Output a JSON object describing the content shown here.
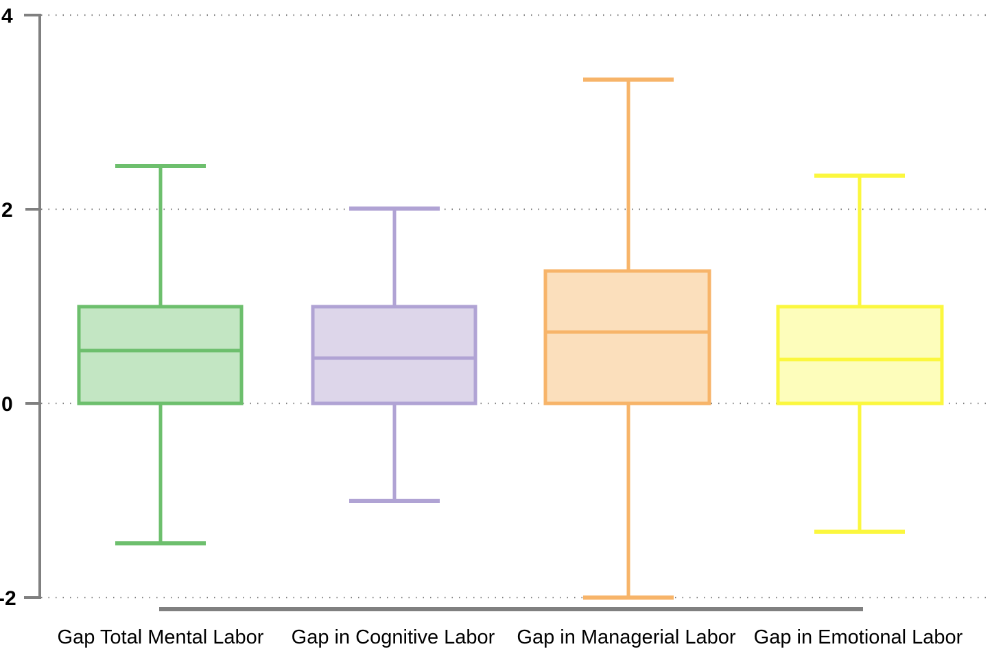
{
  "chart_data": {
    "type": "box",
    "title": "",
    "xlabel": "",
    "ylabel": "",
    "ylim": [
      -2,
      4
    ],
    "yticks": [
      -2,
      0,
      2,
      4
    ],
    "ytick_labels": [
      "-2",
      "0",
      "2",
      "4"
    ],
    "grid": true,
    "grid_axis": "y",
    "grid_style": "dotted",
    "legend": "none",
    "categories": [
      "Gap Total Mental Labor",
      "Gap in Cognitive Labor",
      "Gap in Managerial Labor",
      "Gap in Emotional Labor"
    ],
    "boxes": [
      {
        "name": "Gap Total Mental Labor",
        "whisker_low": -1.44,
        "q1": 0.0,
        "median": 0.55,
        "q3": 1.0,
        "whisker_high": 2.44,
        "fill": "#c3e6c3",
        "stroke": "#6dbf6d"
      },
      {
        "name": "Gap in Cognitive Labor",
        "whisker_low": -1.05,
        "q1": 0.0,
        "median": 0.47,
        "q3": 1.0,
        "whisker_high": 2.0,
        "fill": "#ddd6ea",
        "stroke": "#b0a3d4"
      },
      {
        "name": "Gap in Managerial Labor",
        "whisker_low": -2.0,
        "q1": 0.0,
        "median": 0.78,
        "q3": 1.34,
        "whisker_high": 3.34,
        "fill": "#fbdfbc",
        "stroke": "#f7b469"
      },
      {
        "name": "Gap in Emotional Labor",
        "whisker_low": -1.32,
        "q1": 0.0,
        "median": 0.45,
        "q3": 1.0,
        "whisker_high": 2.36,
        "fill": "#fdfdbb",
        "stroke": "#fbf73e"
      }
    ],
    "axis_color": "#808080",
    "grid_color": "#808080",
    "background": "#ffffff"
  },
  "axis": {
    "y_tick_4": "4",
    "y_tick_2": "2",
    "y_tick_0": "0",
    "y_tick_neg2": "-2"
  },
  "labels": {
    "cat_0": "Gap Total Mental Labor",
    "cat_1": "Gap in Cognitive Labor",
    "cat_2": "Gap in Managerial Labor",
    "cat_3": "Gap in Emotional Labor"
  }
}
